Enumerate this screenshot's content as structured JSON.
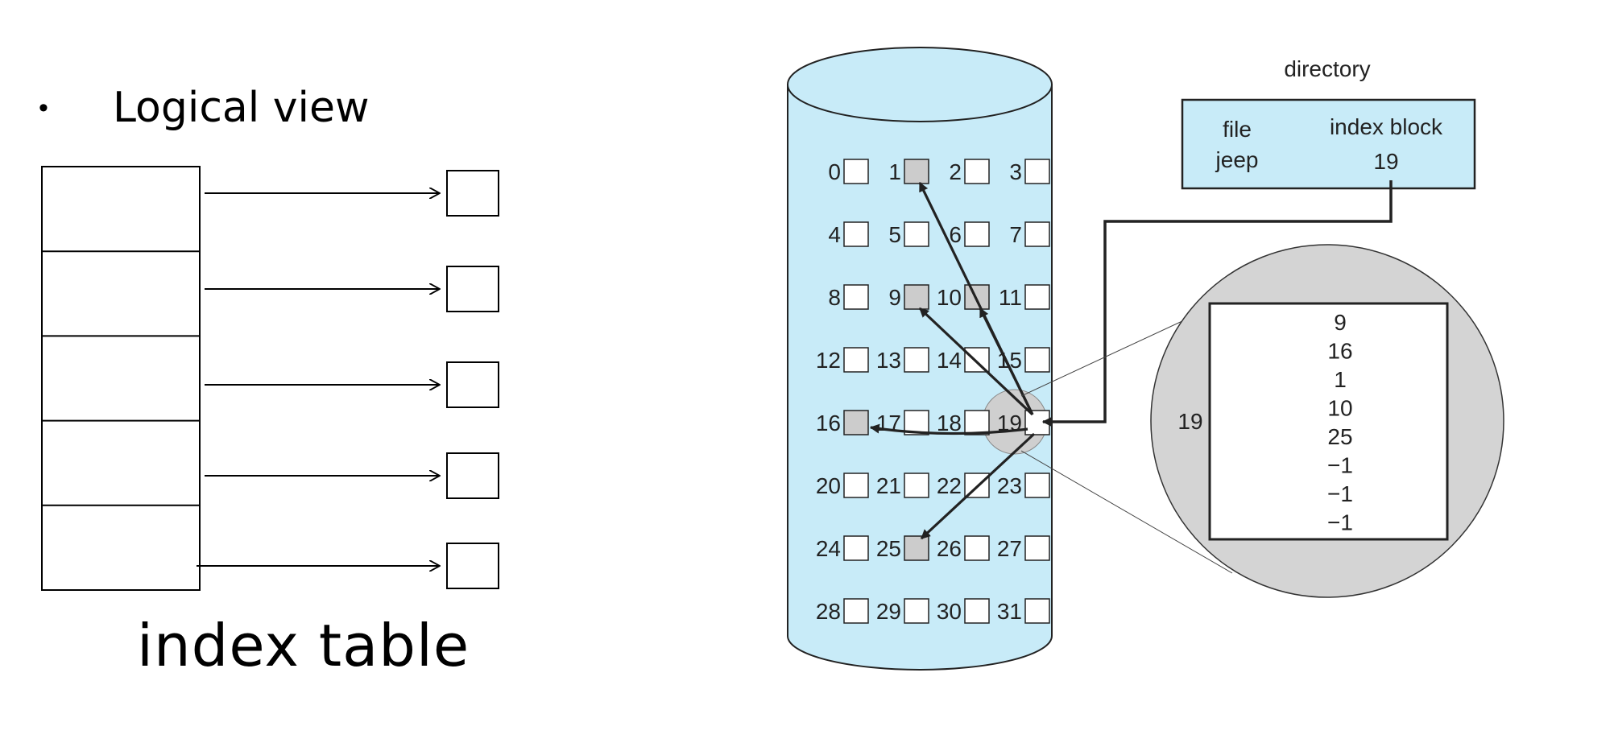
{
  "logical": {
    "bullet": "•",
    "heading": "Logical view",
    "caption": "index table",
    "rows": 5
  },
  "disk": {
    "blocks": [
      "0",
      "1",
      "2",
      "3",
      "4",
      "5",
      "6",
      "7",
      "8",
      "9",
      "10",
      "11",
      "12",
      "13",
      "14",
      "15",
      "16",
      "17",
      "18",
      "19",
      "20",
      "21",
      "22",
      "23",
      "24",
      "25",
      "26",
      "27",
      "28",
      "29",
      "30",
      "31"
    ],
    "shaded": [
      1,
      9,
      10,
      16,
      25
    ],
    "index_block": 19
  },
  "directory": {
    "title": "directory",
    "col_file": "file",
    "col_index": "index block",
    "file_name": "jeep",
    "index_value": "19"
  },
  "index_block_view": {
    "label": "19",
    "entries": [
      "9",
      "16",
      "1",
      "10",
      "25",
      "−1",
      "−1",
      "−1"
    ]
  },
  "colors": {
    "disk_fill": "#c8ebf8",
    "directory_fill": "#c8ebf8",
    "shaded_block": "#cccccc",
    "zoom_circle": "#d4d4d4",
    "line": "#222222"
  }
}
